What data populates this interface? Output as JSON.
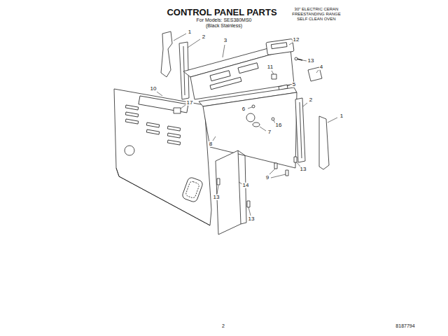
{
  "diagram": {
    "title": "CONTROL PANEL PARTS",
    "labels": [
      "For Models: SES380MS0",
      "(Black Stainless)",
      "30\" ELECTRIC CERAN",
      "FREESTANDING RANGE",
      "SELF CLEAN OVEN",
      "1",
      "2",
      "3",
      "12",
      "13",
      "4",
      "11",
      "5",
      "10",
      "17",
      "6",
      "2",
      "16",
      "1",
      "7",
      "8",
      "9",
      "13",
      "14",
      "13",
      "13",
      "2",
      "8187794"
    ]
  }
}
